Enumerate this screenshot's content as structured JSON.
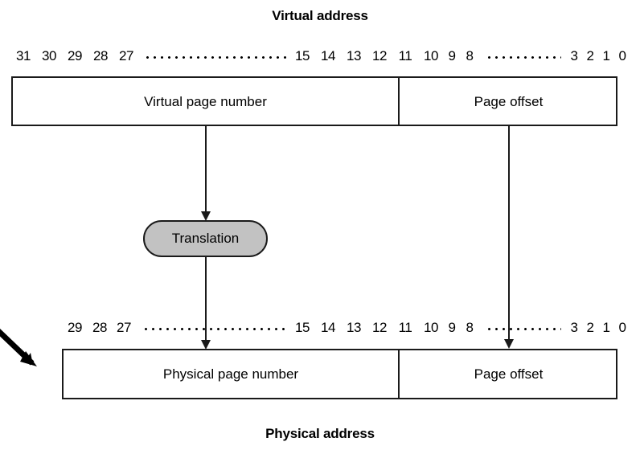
{
  "diagram": {
    "title_virtual": "Virtual address",
    "title_physical": "Physical address",
    "translation_label": "Translation",
    "virtual": {
      "page_number_label": "Virtual page number",
      "page_offset_label": "Page offset",
      "bits_high": [
        "31",
        "30",
        "29",
        "28",
        "27"
      ],
      "bits_mid": [
        "15",
        "14",
        "13",
        "12",
        "11",
        "10",
        "9",
        "8"
      ],
      "bits_low": [
        "3",
        "2",
        "1",
        "0"
      ],
      "ellipsis_1": "·················",
      "ellipsis_2": "·········"
    },
    "physical": {
      "page_number_label": "Physical page number",
      "page_offset_label": "Page offset",
      "bits_high": [
        "29",
        "28",
        "27"
      ],
      "bits_mid": [
        "15",
        "14",
        "13",
        "12",
        "11",
        "10",
        "9",
        "8"
      ],
      "bits_low": [
        "3",
        "2",
        "1",
        "0"
      ],
      "ellipsis_1": "·················",
      "ellipsis_2": "·········"
    },
    "colors": {
      "stroke": "#1a1a1a",
      "pill_fill": "#c2c2c2",
      "background": "#ffffff"
    }
  }
}
